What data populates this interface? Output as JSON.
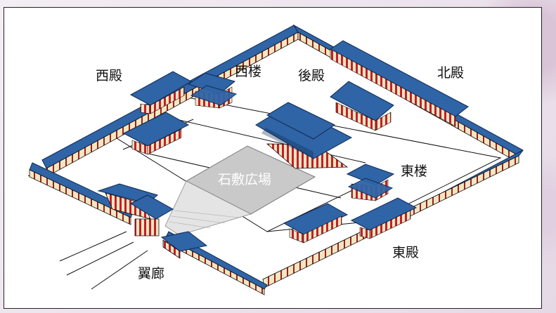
{
  "labels": {
    "west_hall": "西殿",
    "west_tower": "西楼",
    "rear_hall": "後殿",
    "north_hall": "北殿",
    "east_tower": "東楼",
    "east_hall": "東殿",
    "wing_corridor": "翼廊",
    "stone_plaza": "石敷広場"
  },
  "colors": {
    "roof": "#2f64a6",
    "roof_edge": "#0f2a52",
    "column": "#c0202a",
    "wall": "#f4e6c0",
    "plaza": "#c9c9c9",
    "line": "#111111"
  }
}
